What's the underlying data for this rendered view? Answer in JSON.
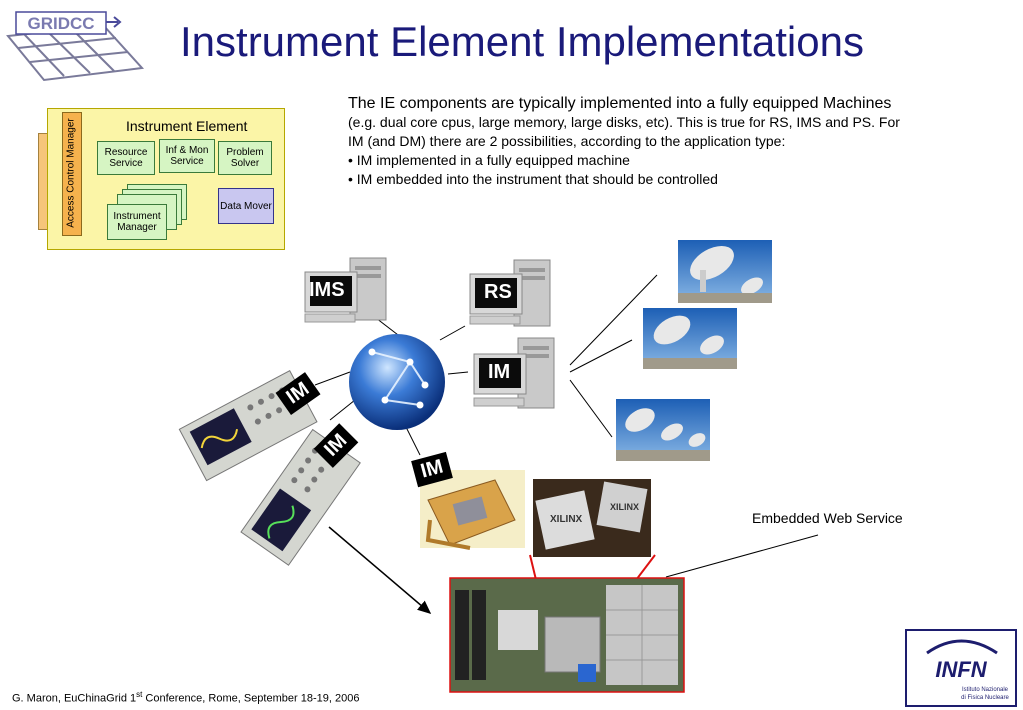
{
  "header": {
    "title": "Instrument Element Implementations",
    "logo_text": "GRIDCC"
  },
  "description": {
    "line1_big": "The IE components are typically implemented into a fully equipped Machines",
    "line1_small": " (e.g. dual core cpus, large memory, large disks, etc). This is true for RS, IMS and PS.  For IM (and DM) there are 2 possibilities, according to the application type:",
    "bullet1": "• IM implemented in a fully equipped machine",
    "bullet2": "• IM embedded into the instrument that should be controlled"
  },
  "ie_diagram": {
    "title": "Instrument Element",
    "access_control": "Access Control Manager",
    "resource_service": "Resource Service",
    "infmon_service": "Inf & Mon Service",
    "problem_solver": "Problem Solver",
    "data_mover": "Data Mover",
    "instrument_manager": "Instrument Manager"
  },
  "network": {
    "ims_label": "IMS",
    "rs_label": "RS",
    "im_label": "IM",
    "im_scope1": "IM",
    "im_scope2": "IM",
    "im_embedded": "IM",
    "embedded_ws": "Embedded Web Service"
  },
  "footer": {
    "text_pre": "G. Maron, EuChinaGrid 1",
    "text_sup": "st",
    "text_post": " Conference, Rome, September 18-19, 2006"
  },
  "infn_logo": {
    "letters": "INFN",
    "line1": "Istituto Nazionale",
    "line2": "di Fisica Nucleare"
  },
  "colors": {
    "title": "#1a1a7a",
    "ie_box": "#fbf5a7",
    "service_box": "#d6f5c3",
    "data_mover": "#c9c7f0",
    "acm": "#f5b24d",
    "arrow_red": "#dd1111"
  }
}
